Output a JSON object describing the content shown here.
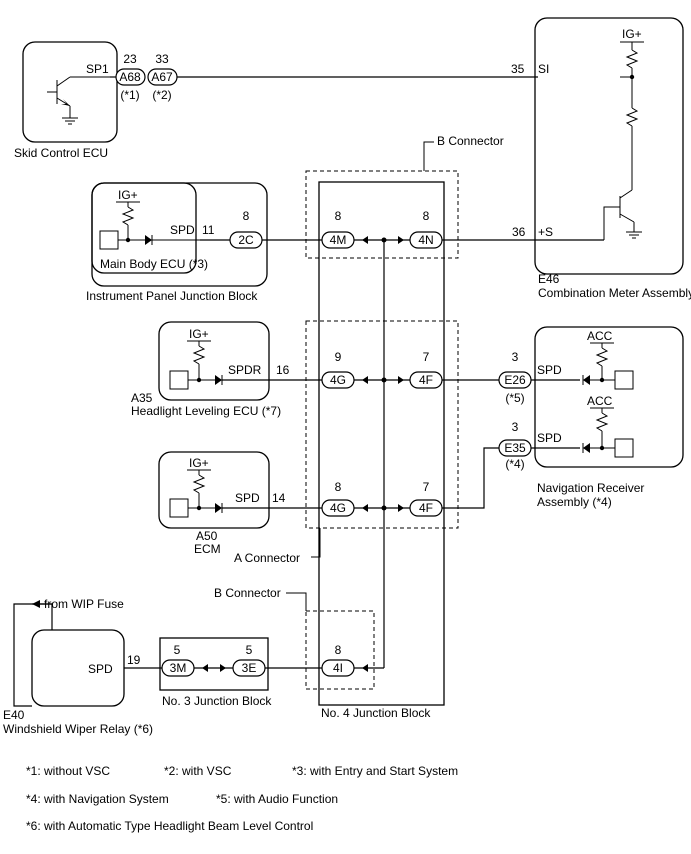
{
  "components": {
    "skid_ecu": "Skid Control ECU",
    "combo_code": "E46",
    "combo_name": "Combination Meter Assembly",
    "main_body": "Main Body ECU (*3)",
    "ip_jb": "Instrument Panel Junction Block",
    "hl_code": "A35",
    "hl_name": "Headlight Leveling ECU (*7)",
    "ecm_code": "A50",
    "ecm_name": "ECM",
    "nav_name1": "Navigation Receiver",
    "nav_name2": "Assembly (*4)",
    "jb3": "No. 3 Junction Block",
    "jb4": "No. 4 Junction Block",
    "wiper_code": "E40",
    "wiper_name": "Windshield Wiper Relay (*6)"
  },
  "connectors": {
    "a68": "A68",
    "a67": "A67",
    "c2c": "2C",
    "c4m": "4M",
    "c4n": "4N",
    "c4g1": "4G",
    "c4f1": "4F",
    "c4g2": "4G",
    "c4f2": "4F",
    "e26": "E26",
    "e35": "E35",
    "c3m": "3M",
    "c3e": "3E",
    "c4i": "4I"
  },
  "pins": {
    "a68": "23",
    "a67": "33",
    "si": "35",
    "plus_s": "36",
    "c2c": "8",
    "c4m": "8",
    "c4n": "8",
    "main_spd": "11",
    "hl_spdr": "16",
    "c4g1": "9",
    "c4f1": "7",
    "e26": "3",
    "e35": "3",
    "ecm_spd": "14",
    "c4g2": "8",
    "c4f2": "7",
    "wiper_spd": "19",
    "c3m": "5",
    "c3e": "5",
    "c4i": "8"
  },
  "signals": {
    "sp1": "SP1",
    "si": "SI",
    "plus_s": "+S",
    "main_spd": "SPD",
    "hl_spdr": "SPDR",
    "ecm_spd": "SPD",
    "nav_spd1": "SPD",
    "nav_spd2": "SPD",
    "wiper_spd": "SPD"
  },
  "power": {
    "combo": "IG+",
    "main": "IG+",
    "hl": "IG+",
    "ecm": "IG+",
    "nav1": "ACC",
    "nav2": "ACC"
  },
  "variants": {
    "a68": "(*1)",
    "a67": "(*2)",
    "e26": "(*5)",
    "e35": "(*4)"
  },
  "labels": {
    "b_connector_top": "B Connector",
    "a_connector": "A Connector",
    "b_connector_bottom": "B Connector",
    "from_wip": "from WIP Fuse"
  },
  "notes": {
    "n1": "*1: without VSC",
    "n2": "*2: with VSC",
    "n3": "*3: with Entry and Start System",
    "n4": "*4: with Navigation System",
    "n5": "*5: with Audio Function",
    "n6": "*6: with Automatic Type Headlight Beam Level Control"
  }
}
